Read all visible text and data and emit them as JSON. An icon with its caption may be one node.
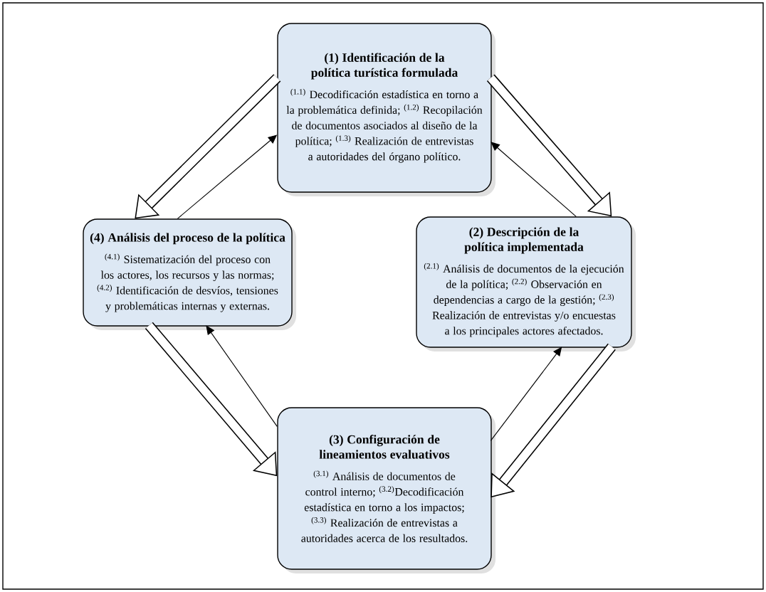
{
  "diagram": {
    "nodes": [
      {
        "text": [
          "(1) Identificación de la política turística formulada",
          "$^{(1.1)}$ Decodificación estadística en torno a la problemática definida; $^{(1.2)}$ Recopilación de documentos asociados al diseño de la política; $^{(1.3)}$ Realización de entrevistas a autoridades del órgano político."
        ]
      },
      {
        "text": [
          "(4) Análisis del proceso de la política",
          "$^{(4.1)}$ Sistematización del proceso con los actores, los recursos y las normas; $^{(4.2)}$ Identificación de desvíos, tensiones y problemáticas internas y externas."
        ]
      },
      {
        "text": [
          "(2) Descripción de la política implementada",
          "$^{(2.1)}$ Análisis de documentos de la ejecución de la política; $^{(2.2)}$ Observación en dependencias a cargo de la gestión; $^{(2.3)}$ Realización de entrevistas y/o encuestas a los principales actores afectados."
        ]
      },
      {
        "text": [
          "(3) Configuración de lineamientos evaluativos",
          "$^{(3.1)}$ Análisis de documentos de control interno; $^{(3.2)}$Decodificación estadística en torno a los impactos; $^{(3.3)}$ Realización de entrevistas a autoridades acerca de los resultados."
        ]
      }
    ],
    "edges": [
      {
        "from": 0,
        "to": 1,
        "arrow": "to",
        "style": "thick"
      },
      {
        "from": 1,
        "to": 0,
        "arrow": "to"
      },
      {
        "from": 0,
        "to": 2,
        "arrow": "to",
        "style": "thick"
      },
      {
        "from": 2,
        "to": 0,
        "arrow": "to"
      },
      {
        "from": 1,
        "to": 3,
        "arrow": "to",
        "style": "thick"
      },
      {
        "from": 3,
        "to": 1,
        "arrow": "to"
      },
      {
        "from": 2,
        "to": 3,
        "arrow": "to",
        "style": "thick"
      },
      {
        "from": 3,
        "to": 2,
        "arrow": "to"
      }
    ]
  }
}
